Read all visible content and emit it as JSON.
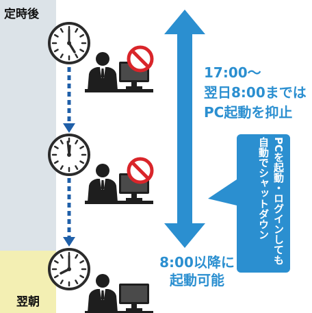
{
  "timeline": {
    "top_label": "定時後",
    "bottom_label": "翌朝"
  },
  "restriction": {
    "lines": [
      "17:00～",
      "翌日8:00までは",
      "PC起動を抑止"
    ]
  },
  "allowed": {
    "lines": [
      "8:00以降に",
      "起動可能"
    ]
  },
  "callout": {
    "text": "PCを起動・ログインしても自動でシャットダウン"
  },
  "colors": {
    "accent_blue": "#2b8fd0",
    "prohibit_red": "#d9252a",
    "band_gray": "#dce3e8",
    "band_yellow": "#f3efb3"
  },
  "icons": [
    "clock-icon",
    "person-at-pc-icon",
    "prohibited-icon",
    "down-arrow-icon",
    "double-arrow-icon"
  ]
}
